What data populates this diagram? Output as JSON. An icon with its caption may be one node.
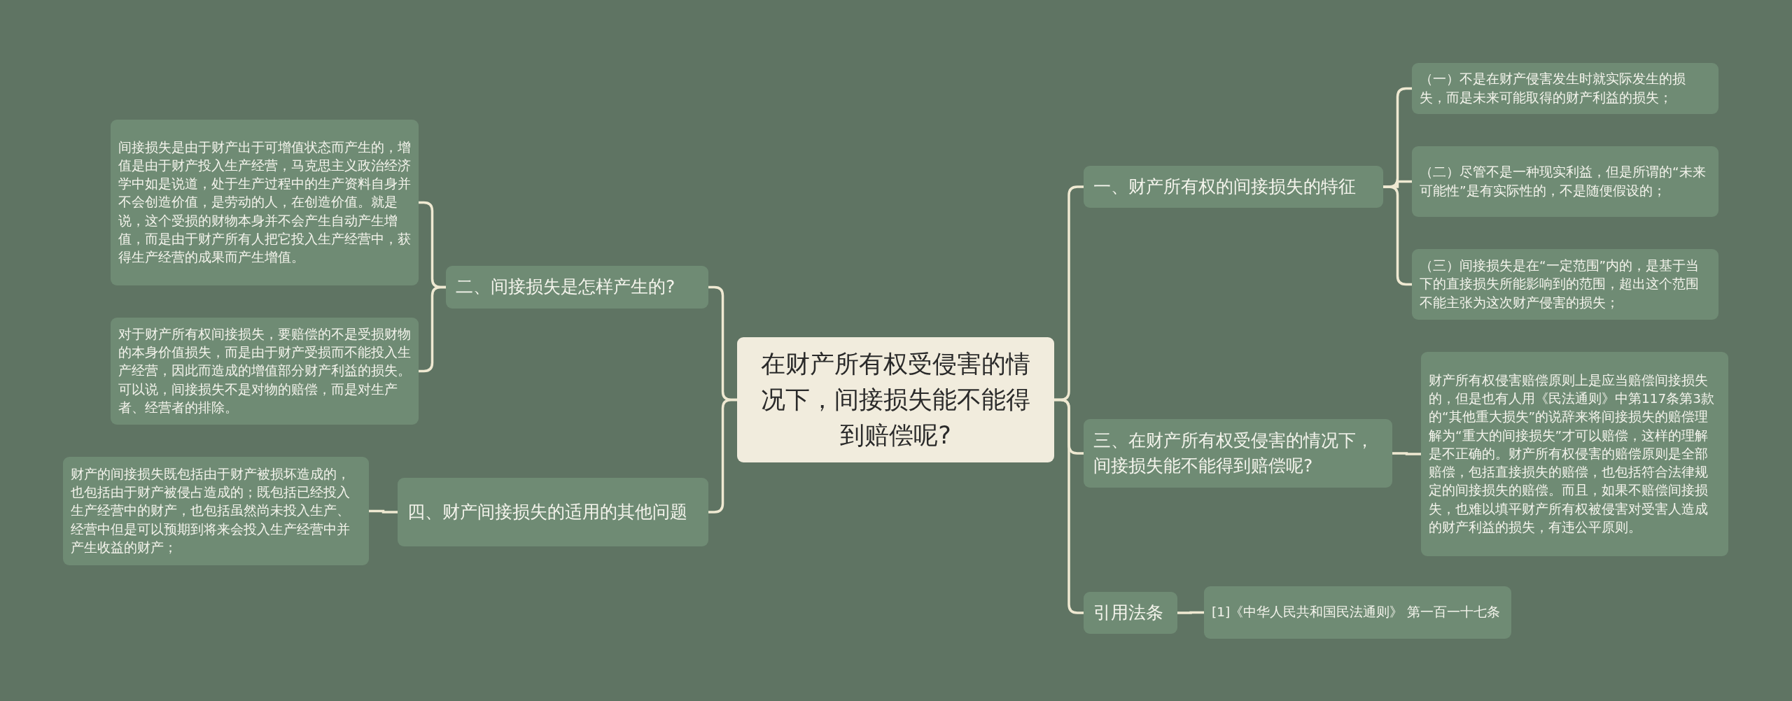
{
  "diagram": {
    "nodes": [
      {
        "text": [
          "在财产所有权受侵害的情况下，间接损失能不能得到赔偿呢?"
        ]
      },
      {
        "text": [
          "一、财产所有权的间接损失的特征"
        ]
      },
      {
        "text": [
          "（一）不是在财产侵害发生时就实际发生的损失，而是未来可能取得的财产利益的损失；"
        ]
      },
      {
        "text": [
          "（二）尽管不是一种现实利益，但是所谓的“未来可能性”是有实际性的，不是随便假设的；"
        ]
      },
      {
        "text": [
          "（三）间接损失是在“一定范围”内的，是基于当下的直接损失所能影响到的范围，超出这个范围不能主张为这次财产侵害的损失；"
        ]
      },
      {
        "text": [
          "三、在财产所有权受侵害的情况下，间接损失能不能得到赔偿呢?"
        ]
      },
      {
        "text": [
          "财产所有权侵害赔偿原则上是应当赔偿间接损失的，但是也有人用《民法通则》中第117条第3款的“其他重大损失”的说辞来将间接损失的赔偿理解为“重大的间接损失”才可以赔偿，这样的理解是不正确的。财产所有权侵害的赔偿原则是全部赔偿，包括直接损失的赔偿，也包括符合法律规定的间接损失的赔偿。而且，如果不赔偿间接损失，也难以填平财产所有权被侵害对受害人造成的财产利益的损失，有违公平原则。"
        ]
      },
      {
        "text": [
          "引用法条"
        ]
      },
      {
        "text": [
          "[1]《中华人民共和国民法通则》 第一百一十七条"
        ]
      },
      {
        "text": [
          "二、间接损失是怎样产生的?"
        ]
      },
      {
        "text": [
          "间接损失是由于财产出于可增值状态而产生的，增值是由于财产投入生产经营，马克思主义政治经济学中如是说道，处于生产过程中的生产资料自身并不会创造价值，是劳动的人，在创造价值。就是说，这个受损的财物本身并不会产生自动产生增值，而是由于财产所有人把它投入生产经营中，获得生产经营的成果而产生增值。"
        ]
      },
      {
        "text": [
          "对于财产所有权间接损失，要赔偿的不是受损财物的本身价值损失，而是由于财产受损而不能投入生产经营，因此而造成的增值部分财产利益的损失。可以说，间接损失不是对物的赔偿，而是对生产者、经营者的排除。"
        ]
      },
      {
        "text": [
          "四、财产间接损失的适用的其他问题"
        ]
      },
      {
        "text": [
          "财产的间接损失既包括由于财产被损坏造成的，也包括由于财产被侵占造成的；既包括已经投入生产经营中的财产，也包括虽然尚未投入生产、经营中但是可以预期到将来会投入生产经营中并产生收益的财产；"
        ]
      }
    ],
    "edges": [
      {
        "from": 0,
        "to": 1,
        "arrow": "none"
      },
      {
        "from": 1,
        "to": 2,
        "arrow": "none"
      },
      {
        "from": 1,
        "to": 3,
        "arrow": "none"
      },
      {
        "from": 1,
        "to": 4,
        "arrow": "none"
      },
      {
        "from": 0,
        "to": 5,
        "arrow": "none"
      },
      {
        "from": 5,
        "to": 6,
        "arrow": "none"
      },
      {
        "from": 0,
        "to": 7,
        "arrow": "none"
      },
      {
        "from": 7,
        "to": 8,
        "arrow": "none"
      },
      {
        "from": 0,
        "to": 9,
        "arrow": "none"
      },
      {
        "from": 9,
        "to": 10,
        "arrow": "none"
      },
      {
        "from": 9,
        "to": 11,
        "arrow": "none"
      },
      {
        "from": 0,
        "to": 12,
        "arrow": "none"
      },
      {
        "from": 12,
        "to": 13,
        "arrow": "none"
      }
    ]
  }
}
